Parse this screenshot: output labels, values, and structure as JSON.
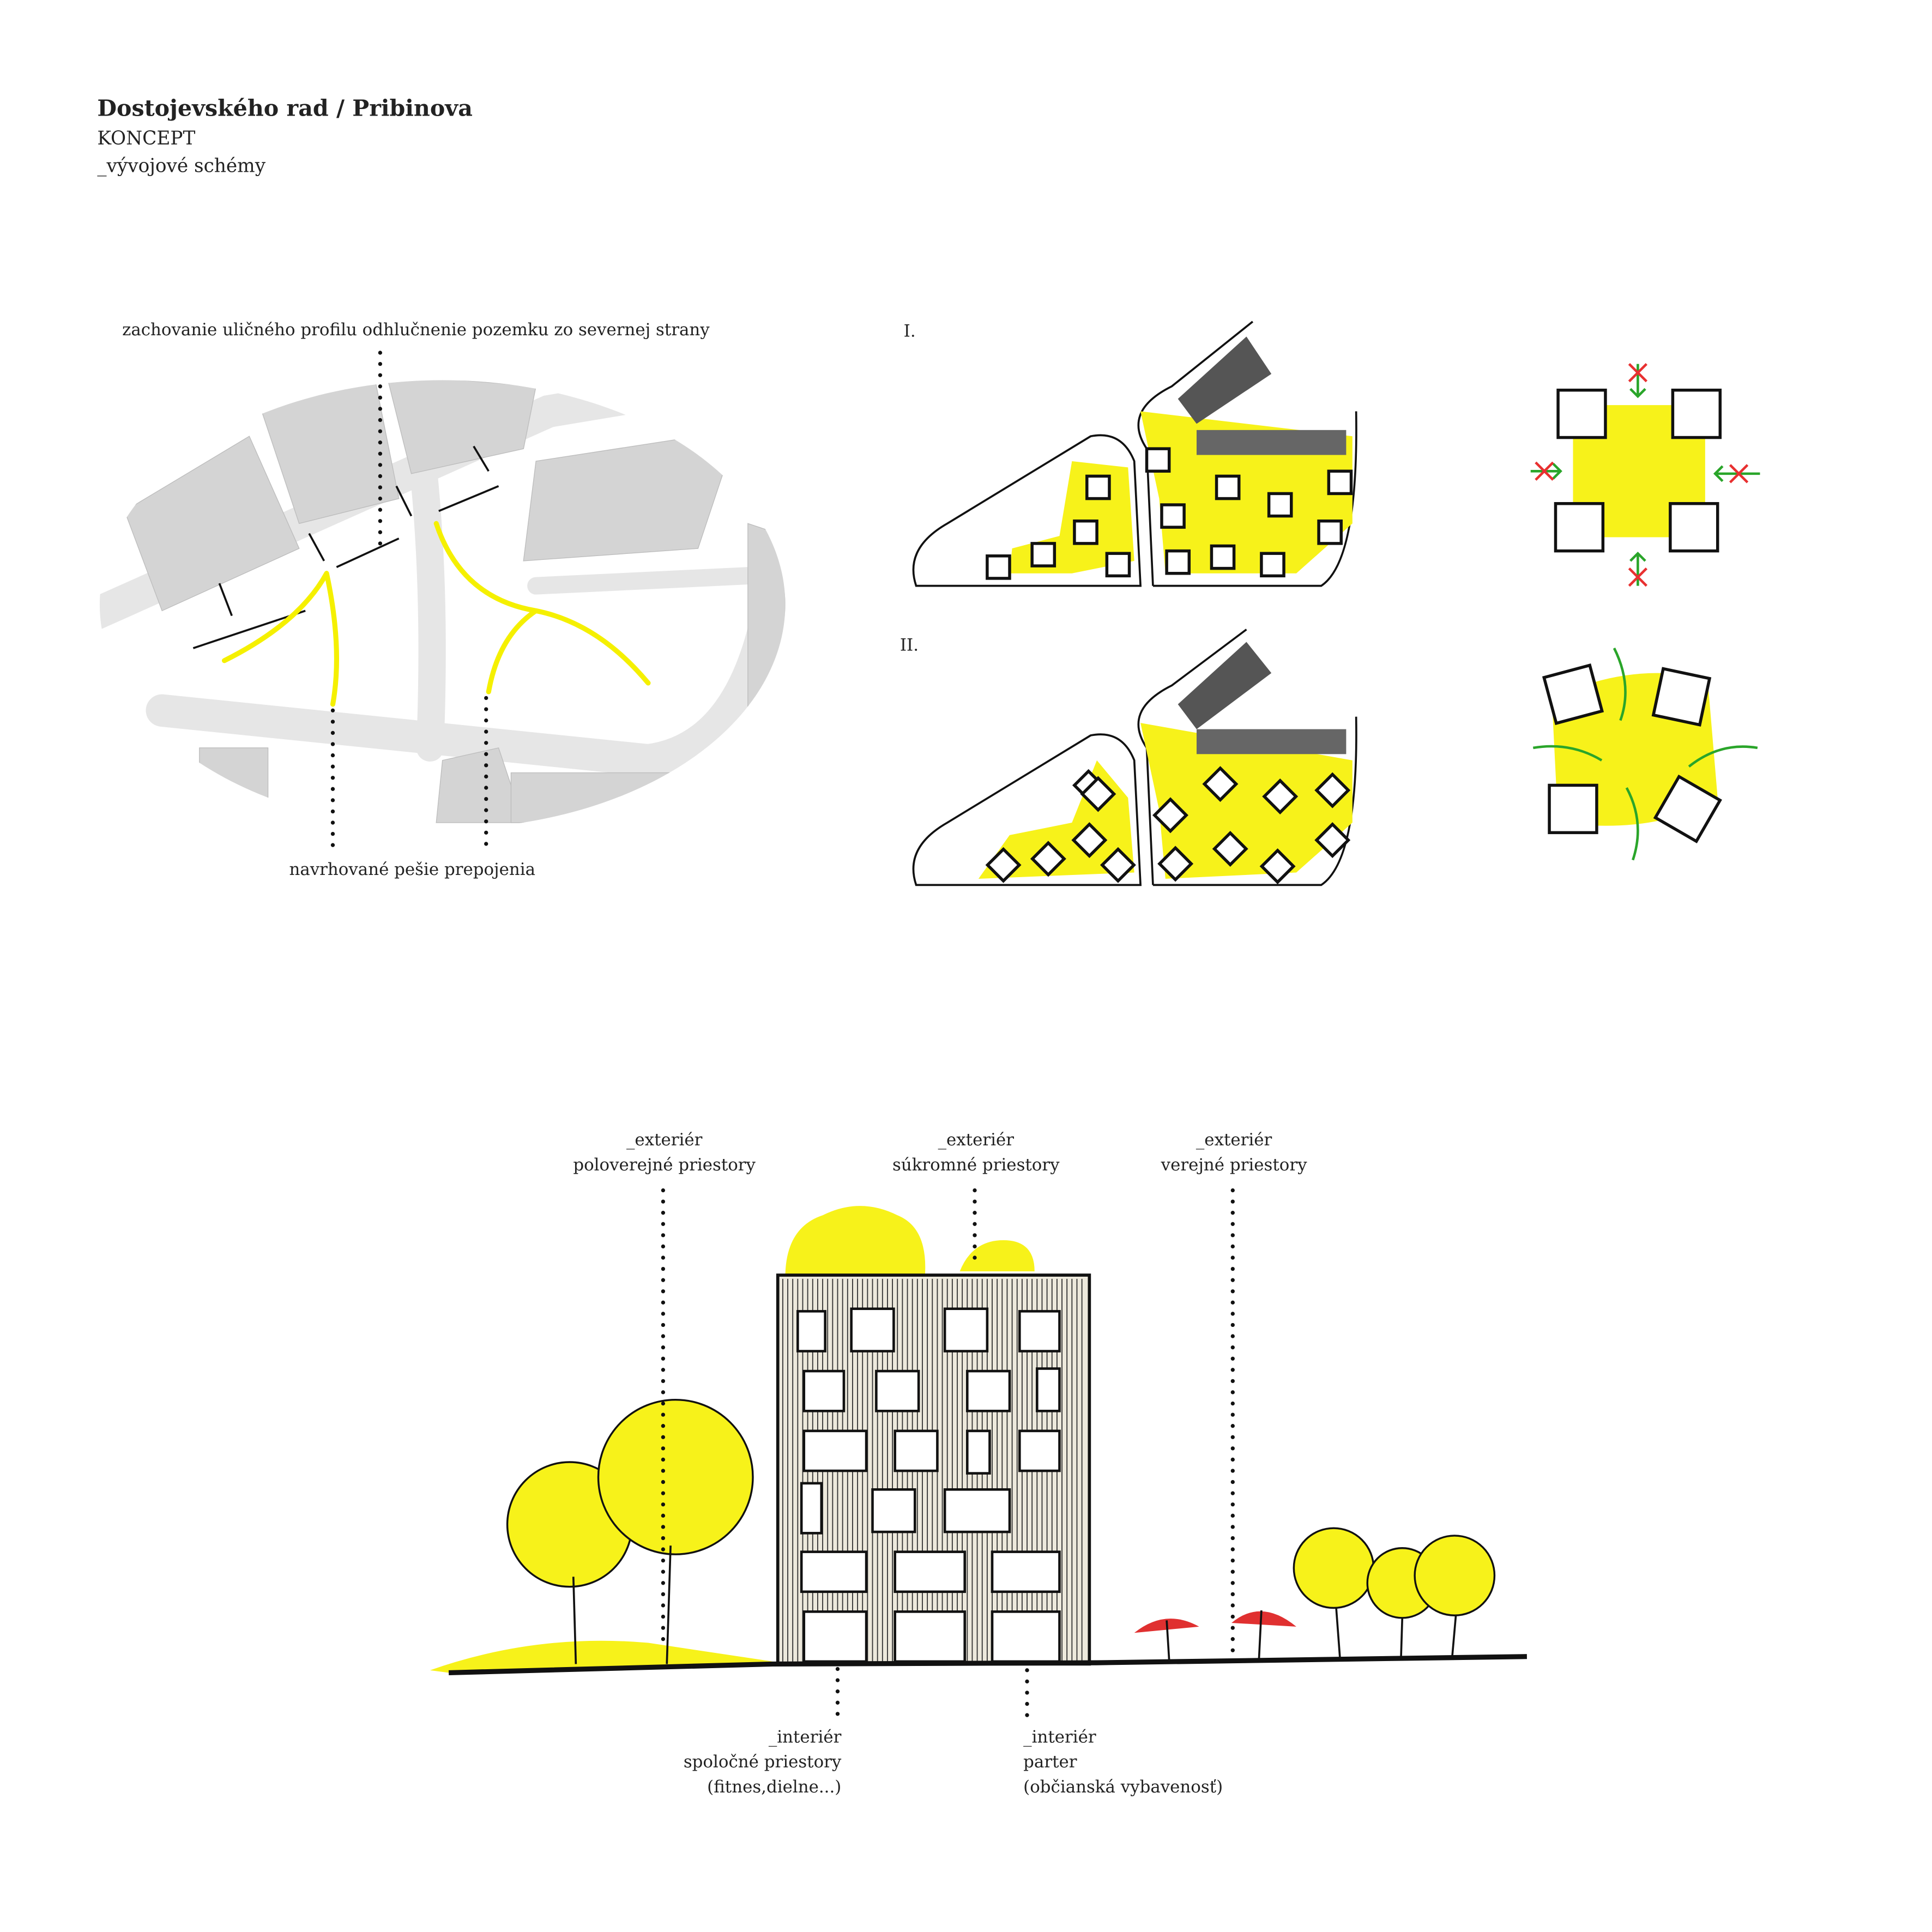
{
  "header": {
    "title": "Dostojevského rad / Pribinova",
    "subtitle": "KONCEPT",
    "caption": "_vývojové schémy"
  },
  "site_map": {
    "top_label": "zachovanie uličného profilu odhlučnenie pozemku zo severnej strany",
    "bottom_label": "navrhované pešie prepojenia"
  },
  "schemes": {
    "variant_1_label": "I.",
    "variant_2_label": "II."
  },
  "section": {
    "exterior_labels": [
      {
        "title": "_exteriér",
        "desc": "poloverejné priestory"
      },
      {
        "title": "_exteriér",
        "desc": "súkromné priestory"
      },
      {
        "title": "_exteriér",
        "desc": "verejné priestory"
      }
    ],
    "interior_labels": [
      {
        "title": "_interiér",
        "desc": "spoločné priestory",
        "note": "(fitnes,dielne...)"
      },
      {
        "title": "_interiér",
        "desc": "parter",
        "note": "(občianská vybavenosť)"
      }
    ]
  },
  "colors": {
    "accent": "#f7f21a",
    "ink": "#111111",
    "context_grey": "#d4d4d4",
    "green": "#2aa52a",
    "red": "#e83030"
  }
}
